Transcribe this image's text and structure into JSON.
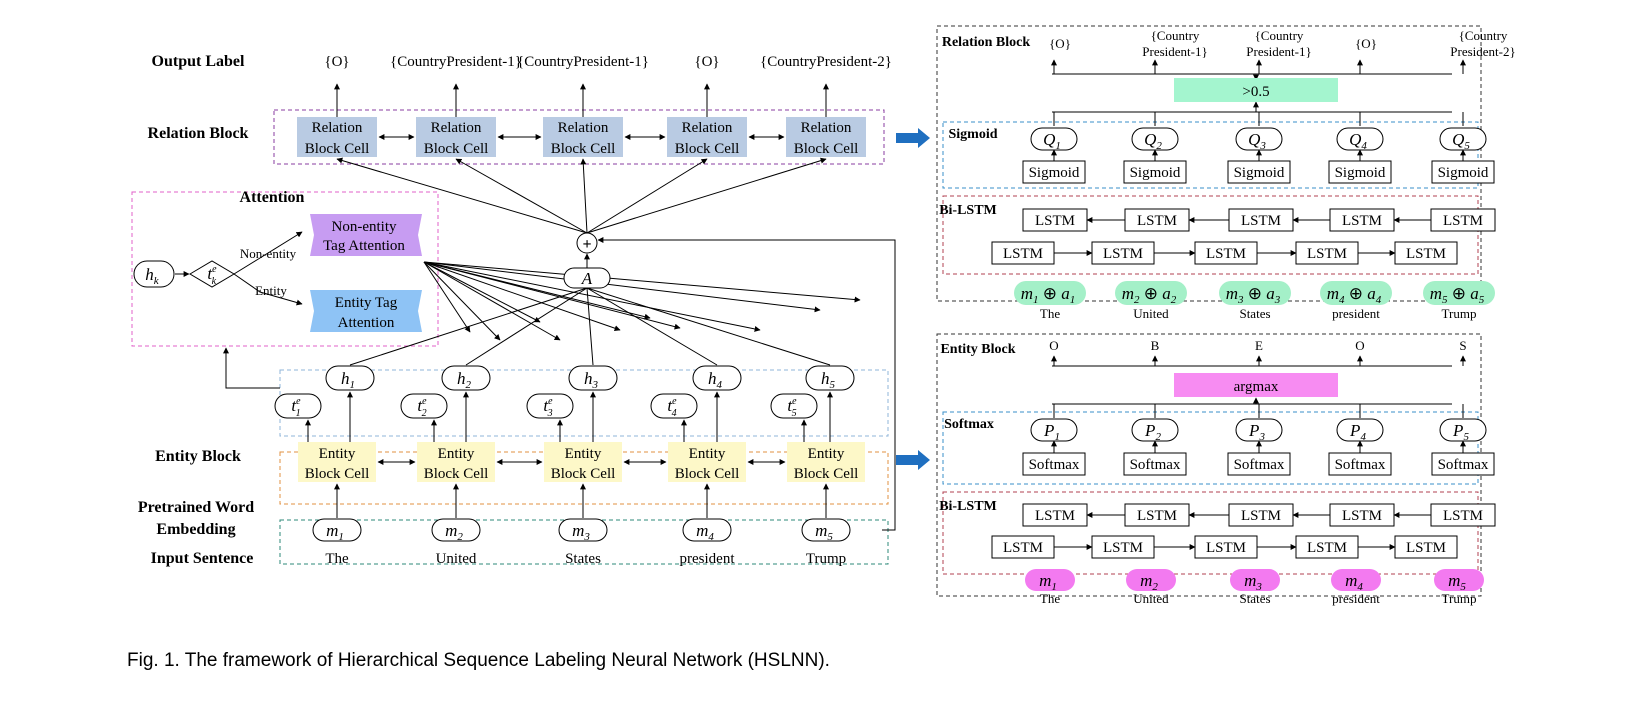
{
  "colors": {
    "relation_cell": "#b9cbe3",
    "entity_cell": "#fdf8c8",
    "relation_frame": "#8a3ea0",
    "entity_frame": "#e09040",
    "embedding_frame": "#2e8a78",
    "hidden_frame": "#8fb4d8",
    "attention_frame": "#e060c8",
    "non_entity_attention": "#c79cf2",
    "entity_attention": "#8ec3f5",
    "threshold_box": "#a4f5cf",
    "argmax_box": "#f78cf2",
    "concat_bubble": "#a4f0c8",
    "embed_bubble": "#f37af0",
    "arrow_blue": "#1f6fc0"
  },
  "left": {
    "row_labels": {
      "output": "Output Label",
      "relation": "Relation Block",
      "attention": "Attention",
      "entity": "Entity Block",
      "embedding_line1": "Pretrained Word",
      "embedding_line2": "Embedding",
      "input": "Input Sentence"
    },
    "output_labels": [
      "{O}",
      "{CountryPresident-1}",
      "{CountryPresident-1}",
      "{O}",
      "{CountryPresident-2}"
    ],
    "relation_cell": {
      "line1": "Relation",
      "line2": "Block Cell"
    },
    "entity_cell": {
      "line1": "Entity",
      "line2": "Block Cell"
    },
    "attention": {
      "h_node": "h",
      "h_sub": "k",
      "t_node": "t",
      "t_sup": "e",
      "t_sub": "k",
      "non_entity_label": "Non-entity",
      "entity_label": "Entity",
      "non_entity_box": [
        "Non-entity",
        "Tag Attention"
      ],
      "entity_box": [
        "Entity Tag",
        "Attention"
      ]
    },
    "A_node": "A",
    "plus_node": "+",
    "hidden": [
      {
        "v": "h",
        "s": "1"
      },
      {
        "v": "h",
        "s": "2"
      },
      {
        "v": "h",
        "s": "3"
      },
      {
        "v": "h",
        "s": "4"
      },
      {
        "v": "h",
        "s": "5"
      }
    ],
    "tags": [
      {
        "v": "t",
        "sup": "e",
        "s": "1"
      },
      {
        "v": "t",
        "sup": "e",
        "s": "2"
      },
      {
        "v": "t",
        "sup": "e",
        "s": "3"
      },
      {
        "v": "t",
        "sup": "e",
        "s": "4"
      },
      {
        "v": "t",
        "sup": "e",
        "s": "5"
      }
    ],
    "embeddings": [
      {
        "v": "m",
        "s": "1"
      },
      {
        "v": "m",
        "s": "2"
      },
      {
        "v": "m",
        "s": "3"
      },
      {
        "v": "m",
        "s": "4"
      },
      {
        "v": "m",
        "s": "5"
      }
    ],
    "words": [
      "The",
      "United",
      "States",
      "president",
      "Trump"
    ]
  },
  "right_top": {
    "title": "Relation Block",
    "outputs": [
      {
        "lines": [
          "{O}"
        ]
      },
      {
        "lines": [
          "{Country",
          "President-1}"
        ]
      },
      {
        "lines": [
          "{Country",
          "President-1}"
        ]
      },
      {
        "lines": [
          "{O}"
        ]
      },
      {
        "lines": [
          "{Country",
          "President-2}"
        ]
      }
    ],
    "threshold": ">0.5",
    "sigmoid_label": "Sigmoid",
    "q_nodes": [
      {
        "v": "Q",
        "s": "1"
      },
      {
        "v": "Q",
        "s": "2"
      },
      {
        "v": "Q",
        "s": "3"
      },
      {
        "v": "Q",
        "s": "4"
      },
      {
        "v": "Q",
        "s": "5"
      }
    ],
    "sigmoid_box": "Sigmoid",
    "bilstm_label": "Bi-LSTM",
    "lstm": "LSTM",
    "inputs": [
      {
        "m": "m",
        "ms": "1",
        "op": "⊕",
        "a": "a",
        "as": "1"
      },
      {
        "m": "m",
        "ms": "2",
        "op": "⊕",
        "a": "a",
        "as": "2"
      },
      {
        "m": "m",
        "ms": "3",
        "op": "⊕",
        "a": "a",
        "as": "3"
      },
      {
        "m": "m",
        "ms": "4",
        "op": "⊕",
        "a": "a",
        "as": "4"
      },
      {
        "m": "m",
        "ms": "5",
        "op": "⊕",
        "a": "a",
        "as": "5"
      }
    ],
    "words": [
      "The",
      "United",
      "States",
      "president",
      "Trump"
    ]
  },
  "right_bottom": {
    "title": "Entity Block",
    "outputs": [
      "O",
      "B",
      "E",
      "O",
      "S"
    ],
    "argmax": "argmax",
    "softmax_label": "Softmax",
    "p_nodes": [
      {
        "v": "P",
        "s": "1"
      },
      {
        "v": "P",
        "s": "2"
      },
      {
        "v": "P",
        "s": "3"
      },
      {
        "v": "P",
        "s": "4"
      },
      {
        "v": "P",
        "s": "5"
      }
    ],
    "softmax_box": "Softmax",
    "bilstm_label": "Bi-LSTM",
    "lstm": "LSTM",
    "inputs": [
      {
        "v": "m",
        "s": "1"
      },
      {
        "v": "m",
        "s": "2"
      },
      {
        "v": "m",
        "s": "3"
      },
      {
        "v": "m",
        "s": "4"
      },
      {
        "v": "m",
        "s": "5"
      }
    ],
    "words": [
      "The",
      "United",
      "States",
      "president",
      "Trump"
    ]
  },
  "caption": "Fig. 1. The framework of Hierarchical Sequence Labeling Neural Network (HSLNN)."
}
